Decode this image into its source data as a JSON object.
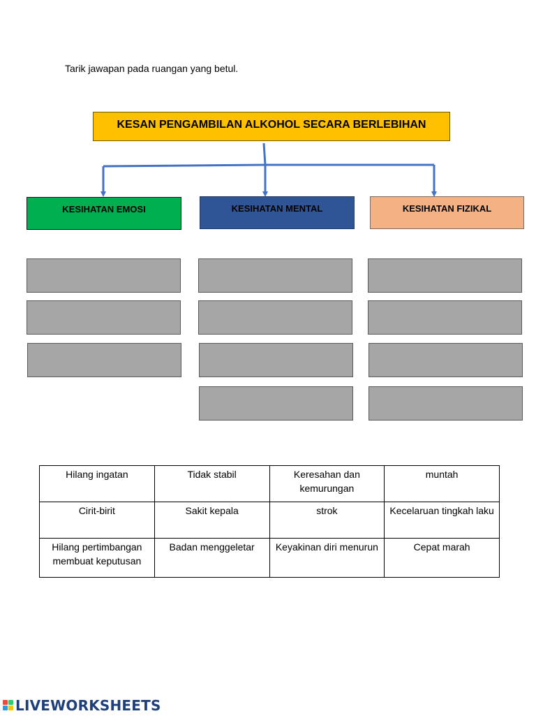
{
  "instruction": "Tarik jawapan pada ruangan yang betul.",
  "main_title": "KESAN PENGAMBILAN ALKOHOL SECARA BERLEBIHAN",
  "categories": {
    "emosi": "KESIHATAN EMOSI",
    "mental": "KESIHATAN MENTAL",
    "fizikal": "KESIHATAN FIZIKAL"
  },
  "colors": {
    "title_box": "#ffc000",
    "emosi": "#00b050",
    "mental": "#2f5597",
    "fizikal": "#f4b183",
    "drop_box": "#a6a6a6",
    "connector": "#4472c4"
  },
  "drop_zones": {
    "emosi": 3,
    "mental": 4,
    "fizikal": 4
  },
  "answers": [
    [
      "Hilang ingatan",
      "Tidak stabil",
      "Keresahan dan kemurungan",
      "muntah"
    ],
    [
      "Cirit-birit",
      "Sakit kepala",
      "strok",
      "Kecelaruan tingkah laku"
    ],
    [
      "Hilang pertimbangan membuat keputusan",
      "Badan menggeletar",
      "Keyakinan diri menurun",
      "Cepat marah"
    ]
  ],
  "brand": {
    "name": "LIVEWORKSHEETS",
    "icon": "liveworksheets-logo-icon"
  }
}
